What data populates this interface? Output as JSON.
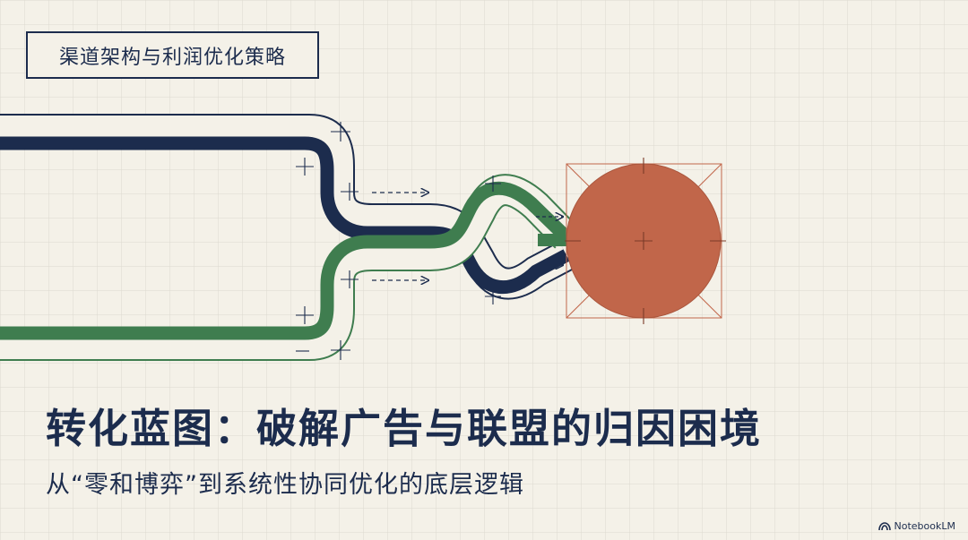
{
  "section_label": "渠道架构与利润优化策略",
  "title": "转化蓝图：破解广告与联盟的归因困境",
  "subtitle": "从“零和博弈”到系统性协同优化的底层逻辑",
  "brand": {
    "name": "NotebookLM",
    "icon": "notebooklm-logo-icon"
  },
  "colors": {
    "background": "#f4f1e8",
    "grid": "#dcd9cf",
    "navy": "#1c2c4d",
    "green": "#3f7d4f",
    "target": "#c1664a"
  }
}
